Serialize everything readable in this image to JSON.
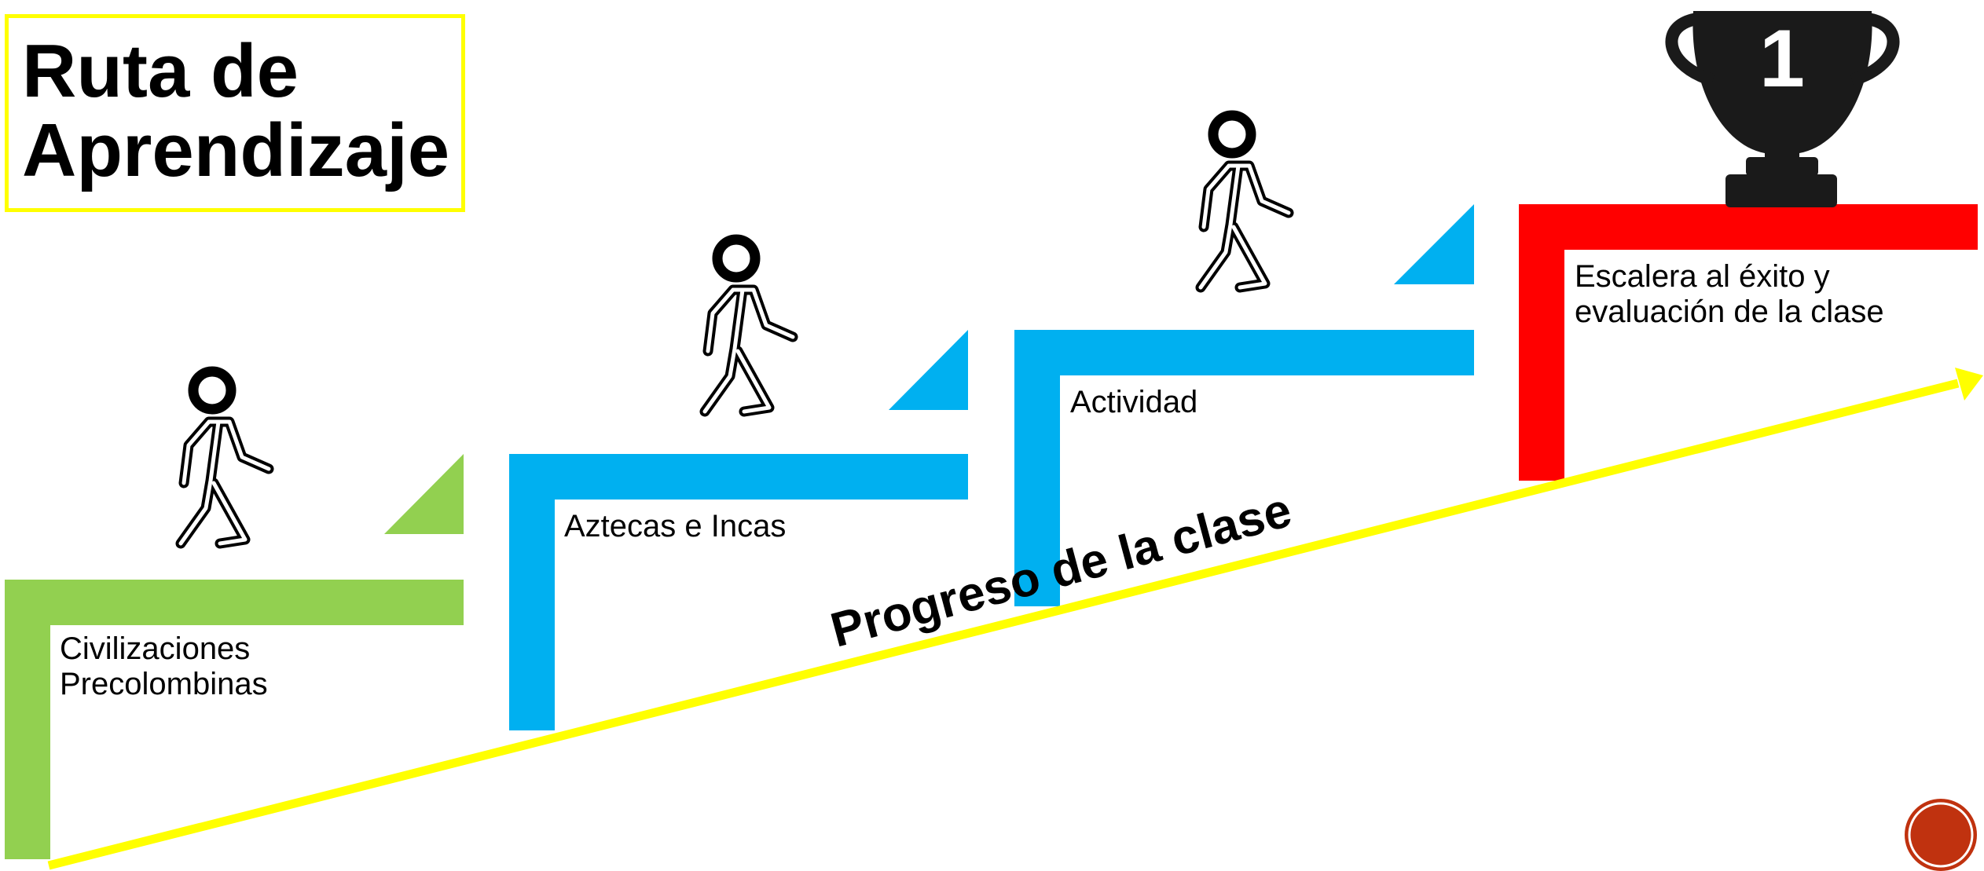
{
  "title": {
    "text": "Ruta de Aprendizaje"
  },
  "progress": {
    "label": "Progreso de la clase"
  },
  "steps": [
    {
      "label": "Civilizaciones\nPrecolombinas",
      "color": "#92d050"
    },
    {
      "label": "Aztecas e Incas",
      "color": "#00b0f0"
    },
    {
      "label": "Actividad",
      "color": "#00b0f0"
    },
    {
      "label": "Escalera al éxito y\nevaluación de la clase",
      "color": "#ff0000"
    }
  ],
  "trophy": {
    "number": "1",
    "icon": "trophy-icon"
  },
  "colors": {
    "title_border": "#ffff00",
    "arrow": "#ffff00",
    "page_badge": "#c0320f"
  }
}
